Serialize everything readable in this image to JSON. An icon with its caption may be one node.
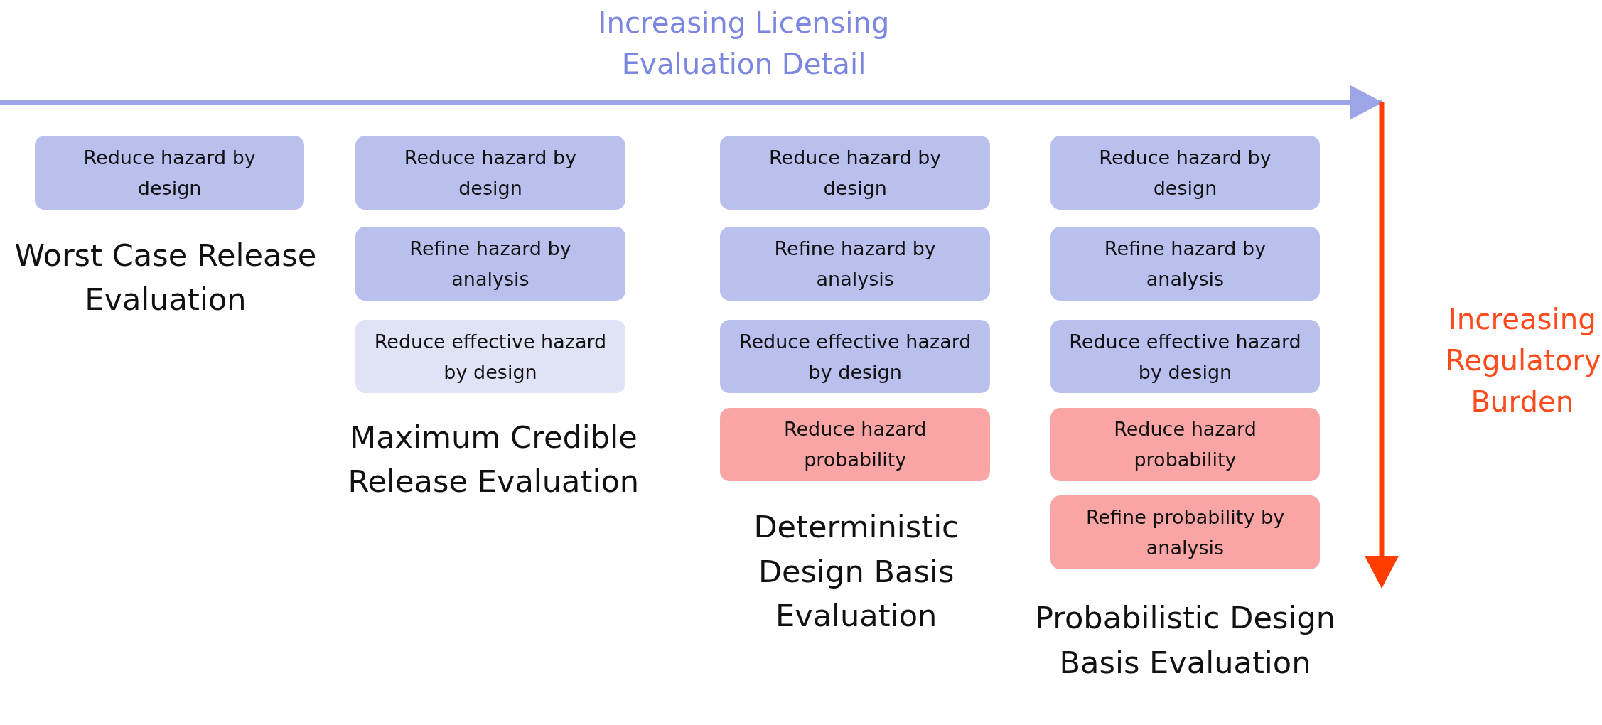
{
  "diagram": {
    "nodes": [
      {
        "text": [
          "Reduce hazard by design"
        ]
      },
      {
        "text": [
          "Reduce hazard by design"
        ]
      },
      {
        "text": [
          "Refine hazard by analysis"
        ]
      },
      {
        "text": [
          "Reduce effective hazard by design"
        ]
      },
      {
        "text": [
          "Reduce hazard by design"
        ]
      },
      {
        "text": [
          "Refine hazard by analysis"
        ]
      },
      {
        "text": [
          "Reduce effective hazard by design"
        ]
      },
      {
        "text": [
          "Reduce hazard probability"
        ]
      },
      {
        "text": [
          "Reduce hazard by design"
        ]
      },
      {
        "text": [
          "Refine hazard by analysis"
        ]
      },
      {
        "text": [
          "Reduce effective hazard by design"
        ]
      },
      {
        "text": [
          "Reduce hazard probability"
        ]
      },
      {
        "text": [
          "Refine probability by analysis"
        ]
      }
    ],
    "edges": [],
    "labels": [
      "Increasing Licensing Evaluation Detail",
      "Increasing Regulatory Burden",
      "Worst Case Release Evaluation",
      "Maximum Credible Release Evaluation",
      "Deterministic Design Basis Evaluation",
      "Probabilistic Design Basis Evaluation"
    ]
  }
}
